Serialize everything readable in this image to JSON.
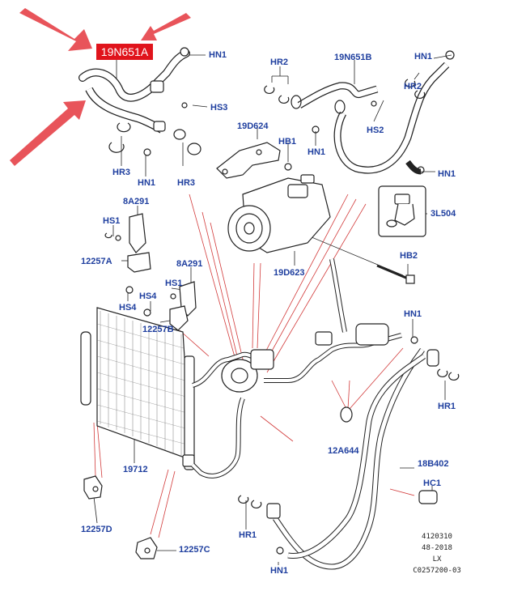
{
  "highlight_label": "19N651A",
  "labels": {
    "hn1_a": "HN1",
    "hs3": "HS3",
    "hr3_a": "HR3",
    "hn1_b": "HN1",
    "hr3_b": "HR3",
    "hr2_a": "HR2",
    "l19n651b": "19N651B",
    "hn1_c": "HN1",
    "hr2_b": "HR2",
    "hs2": "HS2",
    "hn1_d": "HN1",
    "hn1_e": "HN1",
    "l19d624": "19D624",
    "hb1": "HB1",
    "l3l504": "3L504",
    "l19d623": "19D623",
    "hb2": "HB2",
    "l8a291_a": "8A291",
    "hs1_a": "HS1",
    "l12257a": "12257A",
    "l8a291_b": "8A291",
    "hs1_b": "HS1",
    "hs4_a": "HS4",
    "hs4_b": "HS4",
    "l12257b": "12257B",
    "hn1_f": "HN1",
    "hr1_a": "HR1",
    "l12a644": "12A644",
    "l18b402": "18B402",
    "l19712": "19712",
    "hc1": "HC1",
    "l12257d": "12257D",
    "hr1_b": "HR1",
    "l12257c": "12257C",
    "hn1_g": "HN1"
  },
  "ref_block": [
    "4120310",
    "48-2018",
    "LX",
    "C0257200-03"
  ],
  "colors": {
    "label": "#1f3f9f",
    "highlight": "#e0141c",
    "arrow": "#e8545a",
    "leader": "#d23a3a",
    "line": "#222222"
  }
}
